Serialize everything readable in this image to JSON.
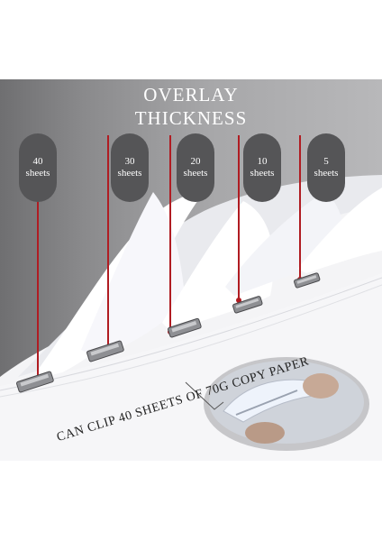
{
  "heading": {
    "line1": "OVERLAY",
    "line2": "THICKNESS"
  },
  "pills": [
    {
      "count": "40",
      "unit": "sheets"
    },
    {
      "count": "30",
      "unit": "sheets"
    },
    {
      "count": "20",
      "unit": "sheets"
    },
    {
      "count": "10",
      "unit": "sheets"
    },
    {
      "count": "5",
      "unit": "sheets"
    }
  ],
  "caption": "CAN CLIP 40 SHEETS OF 70G COPY PAPER",
  "colors": {
    "background": "#9a9a9c",
    "pill": "#555557",
    "indicator": "#b01c22",
    "text_light": "#ffffff"
  }
}
